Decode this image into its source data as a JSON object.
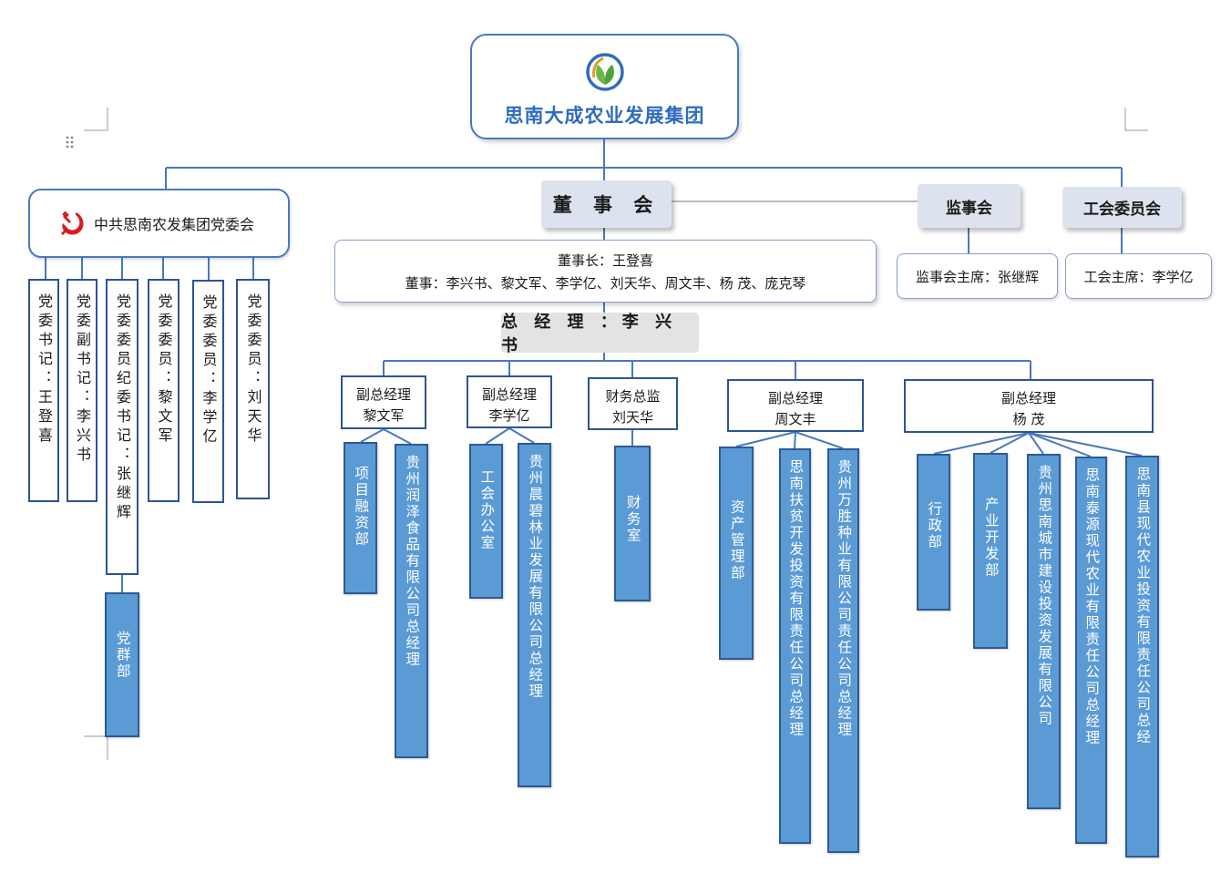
{
  "group": {
    "name": "思南大成农业发展集团",
    "brand_colors": {
      "green": "#6ab84a",
      "blue": "#2f6bc2",
      "gold": "#e0a020"
    }
  },
  "party": {
    "name": "中共思南农发集团党委会",
    "emblem_color": "#d81e1e",
    "members": [
      "党委书记：王登喜",
      "党委副书记：李兴书",
      "党委委员纪委书记：张继辉",
      "党委委员：黎文军",
      "党委委员：李学亿",
      "党委委员：刘天华"
    ],
    "dept": "党群部"
  },
  "board": {
    "title": "董 事 会",
    "chairman_line": "董事长：王登喜",
    "directors_line": "董事：李兴书、黎文军、李学亿、刘天华、周文丰、杨 茂、庞克琴"
  },
  "supervisor": {
    "title": "监事会",
    "chair_line": "监事会主席：张继辉"
  },
  "union": {
    "title": "工会委员会",
    "chair_line": "工会主席：李学亿"
  },
  "gm": {
    "title": "总 经 理 ：李 兴 书"
  },
  "managers": [
    {
      "title": "副总经理",
      "name": "黎文军",
      "depts": [
        "项目融资部",
        "贵州润泽食品有限公司总经理"
      ]
    },
    {
      "title": "副总经理",
      "name": "李学亿",
      "depts": [
        "工会办公室",
        "贵州晨碧林业发展有限公司总经理"
      ]
    },
    {
      "title": "财务总监",
      "name": "刘天华",
      "depts": [
        "财务室"
      ]
    },
    {
      "title": "副总经理",
      "name": "周文丰",
      "depts": [
        "资产管理部",
        "思南扶贫开发投资有限责任公司总经理",
        "贵州万胜种业有限公司责任公司总经理"
      ]
    },
    {
      "title": "副总经理",
      "name": "杨 茂",
      "depts": [
        "行政部",
        "产业开发部",
        "贵州思南城市建设投资发展有限公司",
        "思南泰源现代农业有限责任公司总经理",
        "思南县现代农业投资有限责任公司总经"
      ]
    }
  ]
}
